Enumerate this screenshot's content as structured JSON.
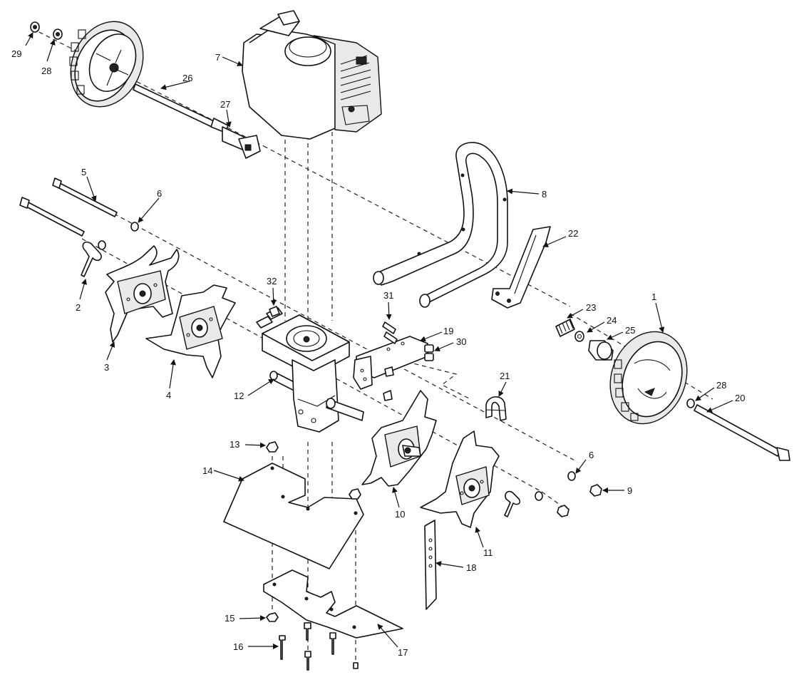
{
  "callouts": [
    {
      "id": "c1",
      "text": "1"
    },
    {
      "id": "c2",
      "text": "2"
    },
    {
      "id": "c3",
      "text": "3"
    },
    {
      "id": "c4",
      "text": "4"
    },
    {
      "id": "c5",
      "text": "5"
    },
    {
      "id": "c6a",
      "text": "6"
    },
    {
      "id": "c6b",
      "text": "6"
    },
    {
      "id": "c7",
      "text": "7"
    },
    {
      "id": "c8",
      "text": "8"
    },
    {
      "id": "c9",
      "text": "9"
    },
    {
      "id": "c10",
      "text": "10"
    },
    {
      "id": "c11",
      "text": "11"
    },
    {
      "id": "c12",
      "text": "12"
    },
    {
      "id": "c13",
      "text": "13"
    },
    {
      "id": "c14",
      "text": "14"
    },
    {
      "id": "c15",
      "text": "15"
    },
    {
      "id": "c16",
      "text": "16"
    },
    {
      "id": "c17",
      "text": "17"
    },
    {
      "id": "c18",
      "text": "18"
    },
    {
      "id": "c19",
      "text": "19"
    },
    {
      "id": "c20",
      "text": "20"
    },
    {
      "id": "c21",
      "text": "21"
    },
    {
      "id": "c22",
      "text": "22"
    },
    {
      "id": "c23",
      "text": "23"
    },
    {
      "id": "c24",
      "text": "24"
    },
    {
      "id": "c25",
      "text": "25"
    },
    {
      "id": "c26",
      "text": "26"
    },
    {
      "id": "c27",
      "text": "27"
    },
    {
      "id": "c28a",
      "text": "28"
    },
    {
      "id": "c28b",
      "text": "28"
    },
    {
      "id": "c29",
      "text": "29"
    },
    {
      "id": "c30",
      "text": "30"
    },
    {
      "id": "c31",
      "text": "31"
    },
    {
      "id": "c32",
      "text": "32"
    }
  ]
}
